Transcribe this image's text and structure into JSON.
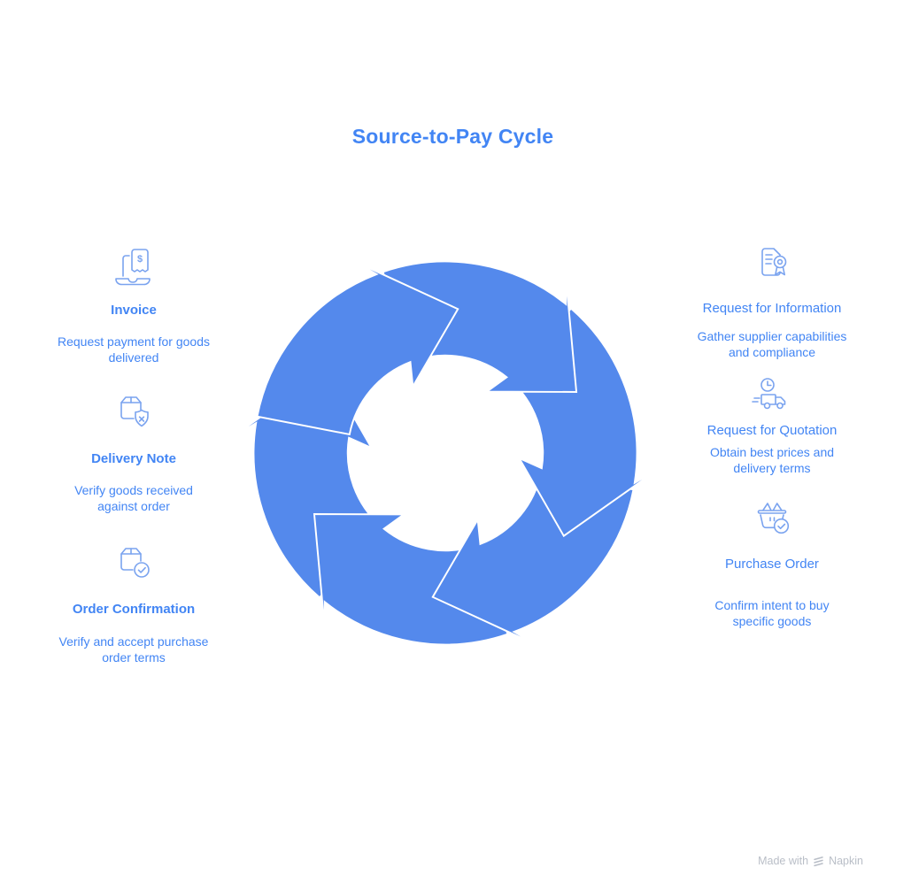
{
  "title": "Source-to-Pay Cycle",
  "colors": {
    "accent": "#4285F4",
    "ring": "#5489EC",
    "icon_stroke": "#7AA3EF",
    "watermark": "#B9BEC7"
  },
  "left_items": [
    {
      "label": "Invoice",
      "icon": "invoice-laptop-icon",
      "description": "Request payment for goods delivered",
      "description_lines": [
        "Request payment for goods",
        "delivered"
      ]
    },
    {
      "label": "Delivery Note",
      "icon": "package-shield-x-icon",
      "description": "Verify goods received against order",
      "description_lines": [
        "Verify goods received",
        "against order"
      ]
    },
    {
      "label": "Order Confirmation",
      "icon": "package-check-icon",
      "description": "Verify and accept purchase order terms",
      "description_lines": [
        "Verify and accept purchase",
        "order terms"
      ]
    }
  ],
  "right_items": [
    {
      "label": "Request for Information",
      "icon": "document-award-icon",
      "description": "Gather supplier capabilities and compliance",
      "description_lines": [
        "Gather supplier capabilities",
        "and compliance"
      ]
    },
    {
      "label": "Request for Quotation",
      "icon": "delivery-truck-clock-icon",
      "description": "Obtain best prices and delivery terms",
      "description_lines": [
        "Obtain best prices and",
        "delivery terms"
      ]
    },
    {
      "label": "Purchase Order",
      "icon": "shopping-basket-check-icon",
      "description": "Confirm intent to buy specific goods",
      "description_lines": [
        "Confirm intent to buy",
        "specific goods"
      ]
    }
  ],
  "center_graphic": {
    "type": "cycle-arrows",
    "segments": 6,
    "direction": "clockwise",
    "color": "#5489EC"
  },
  "invoice_icon_glyph": "$",
  "watermark": {
    "prefix": "Made with",
    "brand": "Napkin"
  }
}
